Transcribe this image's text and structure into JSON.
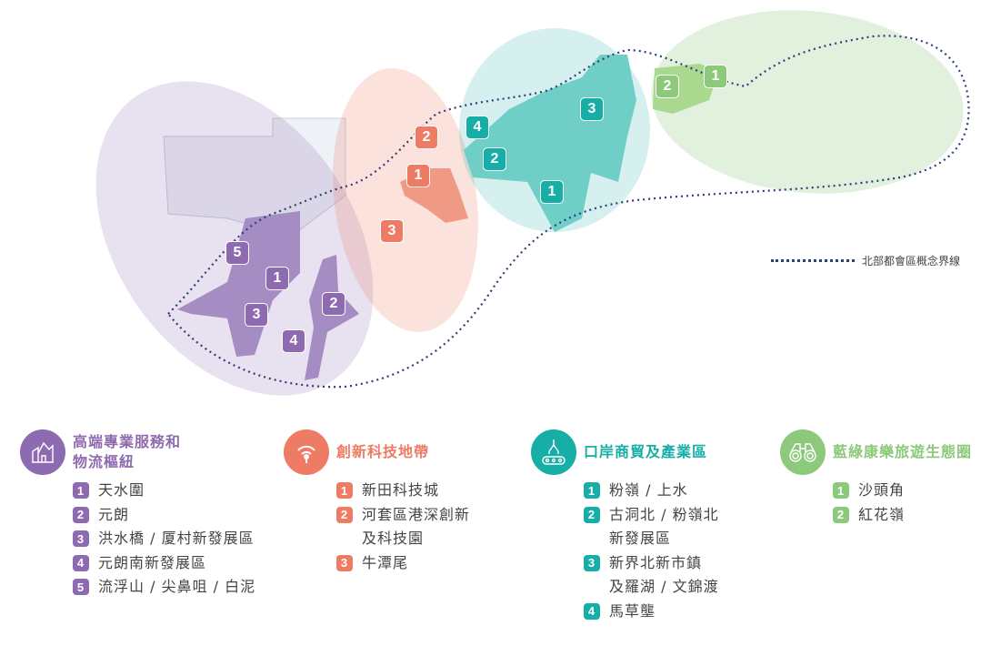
{
  "colors": {
    "purple": "#8e6bb0",
    "orange": "#ee7b63",
    "teal": "#16aea6",
    "green": "#8cc97a",
    "boundary": "#2c3f7a"
  },
  "map_key": {
    "label": "北部都會區概念界線"
  },
  "groups": [
    {
      "title_line1": "高端專業服務和",
      "title_line2": "物流樞紐",
      "icon": "building-icon",
      "color": "#8e6bb0",
      "items": [
        {
          "n": "1",
          "label": "天水圍"
        },
        {
          "n": "2",
          "label": "元朗"
        },
        {
          "n": "3",
          "label": "洪水橋 / 厦村新發展區"
        },
        {
          "n": "4",
          "label": "元朗南新發展區"
        },
        {
          "n": "5",
          "label": "流浮山 / 尖鼻咀 / 白泥"
        }
      ]
    },
    {
      "title_line1": "創新科技地帶",
      "icon": "wireless-signal-icon",
      "color": "#ee7b63",
      "items": [
        {
          "n": "1",
          "label": "新田科技城"
        },
        {
          "n": "2",
          "label": "河套區港深創新",
          "label2": "及科技園"
        },
        {
          "n": "3",
          "label": "牛潭尾"
        }
      ]
    },
    {
      "title_line1": "口岸商貿及產業區",
      "icon": "conveyor-robot-arm-icon",
      "color": "#16aea6",
      "items": [
        {
          "n": "1",
          "label": "粉嶺 / 上水"
        },
        {
          "n": "2",
          "label": "古洞北 / 粉嶺北",
          "label2": "新發展區"
        },
        {
          "n": "3",
          "label": "新界北新市鎮",
          "label2": "及羅湖 / 文錦渡"
        },
        {
          "n": "4",
          "label": "馬草壟"
        }
      ]
    },
    {
      "title_line1": "藍綠康樂旅遊生態圈",
      "icon": "binoculars-icon",
      "color": "#8cc97a",
      "items": [
        {
          "n": "1",
          "label": "沙頭角"
        },
        {
          "n": "2",
          "label": "紅花嶺"
        }
      ]
    }
  ]
}
